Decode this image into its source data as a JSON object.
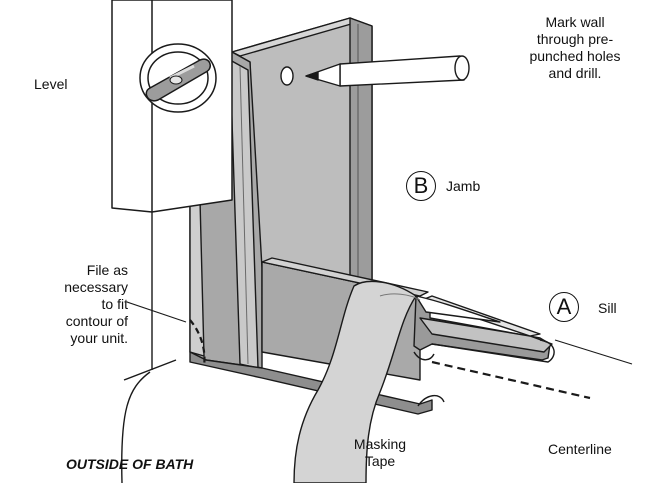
{
  "labels": {
    "level": "Level",
    "mark_wall": [
      "Mark wall",
      "through pre-",
      "punched holes",
      "and drill."
    ],
    "jamb_letter": "B",
    "jamb": "Jamb",
    "sill_letter": "A",
    "sill": "Sill",
    "file_note": [
      "File as",
      "necessary",
      "to fit",
      "contour of",
      "your unit."
    ],
    "masking_tape": [
      "Masking",
      "Tape"
    ],
    "centerline": "Centerline",
    "outside_of_bath": "OUTSIDE OF BATH"
  },
  "colors": {
    "metal_light": "#c4c4c4",
    "metal_mid": "#a9a9a9",
    "metal_dark": "#8a8a8a",
    "outline": "#1a1a1a"
  }
}
